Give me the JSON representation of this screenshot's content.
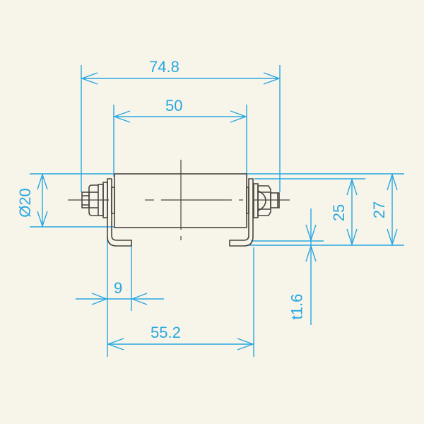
{
  "drawing": {
    "type": "roller technical drawing",
    "colors": {
      "background": "#f7f4ea",
      "dimension": "#29a8e0",
      "object": "#4a4440"
    },
    "dimensions": {
      "overall_width": "74.8",
      "roller_length": "50",
      "diameter": "Ø20",
      "bracket_offset": "9",
      "bracket_span": "55.2",
      "height_25": "25",
      "height_27": "27",
      "thickness": "t1.6"
    }
  }
}
